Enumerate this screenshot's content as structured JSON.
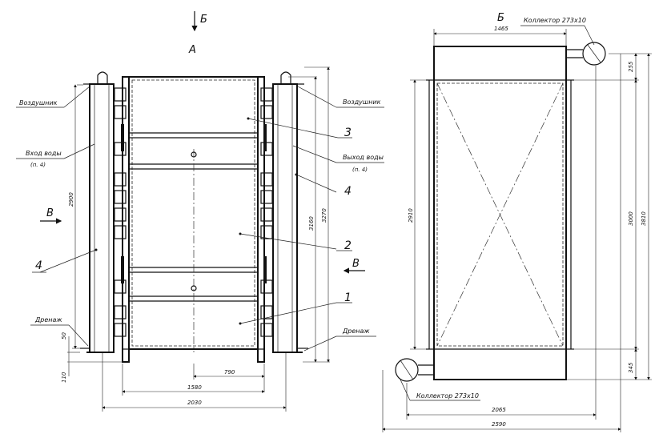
{
  "view_a": {
    "title": "А",
    "section_mark_top": "Б",
    "section_mark_left": "В",
    "section_mark_right": "В",
    "labels": {
      "air_vent_left": "Воздушник",
      "air_vent_right": "Воздушник",
      "water_in": "Вход воды",
      "water_in_note": "(п. 4)",
      "water_out": "Выход воды",
      "water_out_note": "(п. 4)",
      "drain_left": "Дренаж",
      "drain_right": "Дренаж"
    },
    "callouts": {
      "c1": "1",
      "c2": "2",
      "c3": "3",
      "c4_left": "4",
      "c4_right": "4"
    },
    "dims": {
      "h2900": "2900",
      "h3160": "3160",
      "h3270": "3270",
      "h50": "50",
      "h110": "110",
      "w790": "790",
      "w1580": "1580",
      "w2030": "2030"
    }
  },
  "view_b": {
    "title": "Б",
    "collector_top": "Коллектор 273х10",
    "collector_bottom": "Коллектор 273х10",
    "dims": {
      "w1465": "1465",
      "h2910": "2910",
      "h3000": "3000",
      "h3810": "3810",
      "h255": "255",
      "h345": "345",
      "w2065": "2065",
      "w2590": "2590"
    }
  }
}
